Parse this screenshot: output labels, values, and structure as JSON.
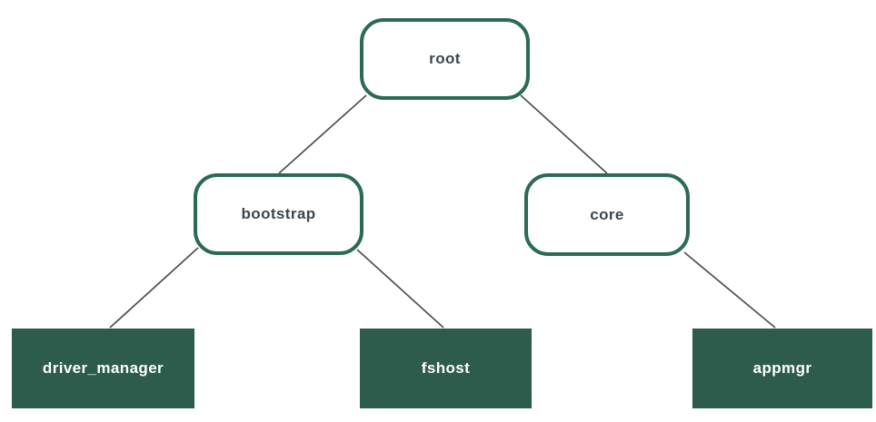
{
  "diagram": {
    "type": "tree",
    "nodes": {
      "root": {
        "label": "root",
        "style": "outlined",
        "level": 0
      },
      "bootstrap": {
        "label": "bootstrap",
        "style": "outlined",
        "level": 1
      },
      "core": {
        "label": "core",
        "style": "outlined",
        "level": 1
      },
      "driver_manager": {
        "label": "driver_manager",
        "style": "filled",
        "level": 2
      },
      "fshost": {
        "label": "fshost",
        "style": "filled",
        "level": 2
      },
      "appmgr": {
        "label": "appmgr",
        "style": "filled",
        "level": 2
      }
    },
    "edges": [
      {
        "from": "root",
        "to": "bootstrap"
      },
      {
        "from": "root",
        "to": "core"
      },
      {
        "from": "bootstrap",
        "to": "driver_manager"
      },
      {
        "from": "bootstrap",
        "to": "fshost"
      },
      {
        "from": "core",
        "to": "appmgr"
      }
    ],
    "colors": {
      "node_border": "#2A6B52",
      "node_fill_dark": "#2E5C4C",
      "edge_line": "#4F4F4F",
      "label_dark": "#3A4750",
      "label_light": "#FFFFFF",
      "background": "#FFFFFF"
    }
  }
}
